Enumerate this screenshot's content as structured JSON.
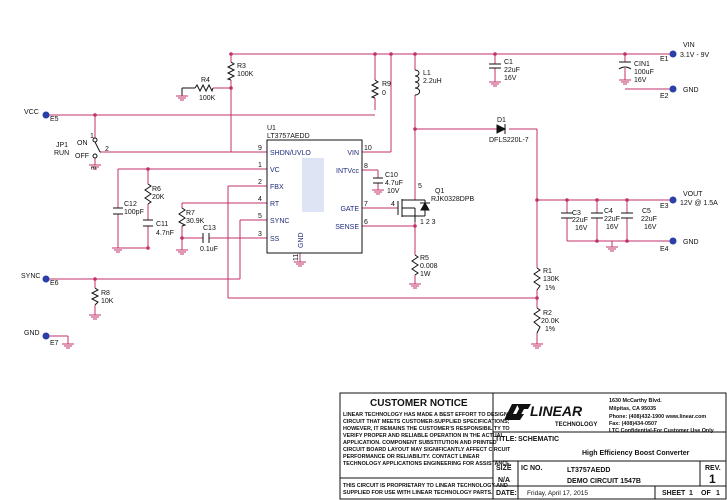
{
  "ic": {
    "ref": "U1",
    "part": "LT3757AEDD",
    "left_pins": [
      {
        "num": "9",
        "name": "SHDN/UVLO"
      },
      {
        "num": "1",
        "name": "VC"
      },
      {
        "num": "2",
        "name": "FBX"
      },
      {
        "num": "4",
        "name": "RT"
      },
      {
        "num": "5",
        "name": "SYNC"
      },
      {
        "num": "3",
        "name": "SS"
      }
    ],
    "right_pins": [
      {
        "num": "10",
        "name": "VIN"
      },
      {
        "num": "8",
        "name": "INTVcc"
      },
      {
        "num": "7",
        "name": "GATE"
      },
      {
        "num": "6",
        "name": "SENSE"
      }
    ],
    "bottom_pin": {
      "num": "11",
      "name": "GND"
    }
  },
  "terminals": {
    "vin": {
      "ref": "E1",
      "name": "VIN",
      "spec": "3.1V - 9V"
    },
    "gnd_in": {
      "ref": "E2",
      "name": "GND"
    },
    "vout": {
      "ref": "E3",
      "name": "VOUT",
      "spec": "12V @ 1.5A"
    },
    "gnd_out": {
      "ref": "E4",
      "name": "GND"
    },
    "vcc": {
      "ref": "E5",
      "name": "VCC"
    },
    "sync": {
      "ref": "E6",
      "name": "SYNC"
    },
    "gnd_left": {
      "ref": "E7",
      "name": "GND"
    }
  },
  "jumper": {
    "ref": "JP1",
    "name": "RUN",
    "on": "ON",
    "off": "OFF",
    "pin1": "1",
    "pin2": "2",
    "pin3": "3"
  },
  "parts": {
    "r3": {
      "ref": "R3",
      "value": "100K"
    },
    "r4": {
      "ref": "R4",
      "value": "100K"
    },
    "r9": {
      "ref": "R9",
      "value": "0"
    },
    "l1": {
      "ref": "L1",
      "value": "2.2uH"
    },
    "c1": {
      "ref": "C1",
      "v1": "22uF",
      "v2": "16V"
    },
    "cin1": {
      "ref": "CIN1",
      "v1": "100uF",
      "v2": "16V"
    },
    "d1": {
      "ref": "D1",
      "value": "DFLS220L-7"
    },
    "c10": {
      "ref": "C10",
      "v1": "4.7uF",
      "v2": "10V"
    },
    "q1": {
      "ref": "Q1",
      "value": "RJK0328DPB",
      "p4": "4",
      "p5": "5",
      "p123": "1 2 3"
    },
    "r6": {
      "ref": "R6",
      "value": "20K"
    },
    "c12": {
      "ref": "C12",
      "value": "100pF"
    },
    "c11": {
      "ref": "C11",
      "value": "4.7nF"
    },
    "r7": {
      "ref": "R7",
      "value": "30.9K"
    },
    "c13": {
      "ref": "C13",
      "value": "0.1uF"
    },
    "r5": {
      "ref": "R5",
      "v1": "0.008",
      "v2": "1W"
    },
    "r8": {
      "ref": "R8",
      "value": "10K"
    },
    "c3": {
      "ref": "C3",
      "v1": "22uF",
      "v2": "16V"
    },
    "c4": {
      "ref": "C4",
      "v1": "22uF",
      "v2": "16V"
    },
    "c5": {
      "ref": "C5",
      "v1": "22uF",
      "v2": "16V"
    },
    "r1": {
      "ref": "R1",
      "v1": "130K",
      "v2": "1%"
    },
    "r2": {
      "ref": "R2",
      "v1": "20.0K",
      "v2": "1%"
    }
  },
  "notice": {
    "title": "CUSTOMER NOTICE",
    "lines": [
      "LINEAR TECHNOLOGY HAS MADE A BEST EFFORT TO DESIGN A",
      "CIRCUIT THAT MEETS CUSTOMER-SUPPLIED SPECIFICATIONS;",
      "HOWEVER, IT REMAINS THE CUSTOMER'S RESPONSIBILITY TO",
      "VERIFY PROPER AND RELIABLE OPERATION IN THE ACTUAL",
      "APPLICATION. COMPONENT SUBSTITUTION AND PRINTED",
      "CIRCUIT BOARD LAYOUT MAY SIGNIFICANTLY AFFECT CIRCUIT",
      "PERFORMANCE OR RELIABILITY.  CONTACT LINEAR",
      "TECHNOLOGY APPLICATIONS ENGINEERING FOR ASSISTANCE."
    ],
    "prop1": "THIS CIRCUIT IS PROPRIETARY TO LINEAR TECHNOLOGY AND",
    "prop2": "SUPPLIED FOR USE WITH LINEAR TECHNOLOGY PARTS."
  },
  "company": {
    "logo": "LINEAR",
    "logo_sub": "TECHNOLOGY",
    "address1": "1630 McCarthy Blvd.",
    "address2": "Milpitas, CA 95035",
    "phone": "Phone: (408)432-1900  www.linear.com",
    "fax": "Fax: (408)434-0507",
    "confidential": "LTC Confidential-For Customer Use Only"
  },
  "titleblock": {
    "title_label": "TITLE:",
    "title_value": "SCHEMATIC",
    "subtitle": "High Efficiency Boost Converter",
    "size_label": "SIZE",
    "size_value": "N/A",
    "icno_label": "IC NO.",
    "ic_value": "LT3757AEDD",
    "board": "DEMO CIRCUIT 1547B",
    "rev_label": "REV.",
    "rev_value": "1",
    "date_label": "DATE:",
    "date_value": "Friday, April 17, 2015",
    "sheet_label": "SHEET",
    "sheet_num": "1",
    "of_label": "OF",
    "sheet_total": "1"
  }
}
